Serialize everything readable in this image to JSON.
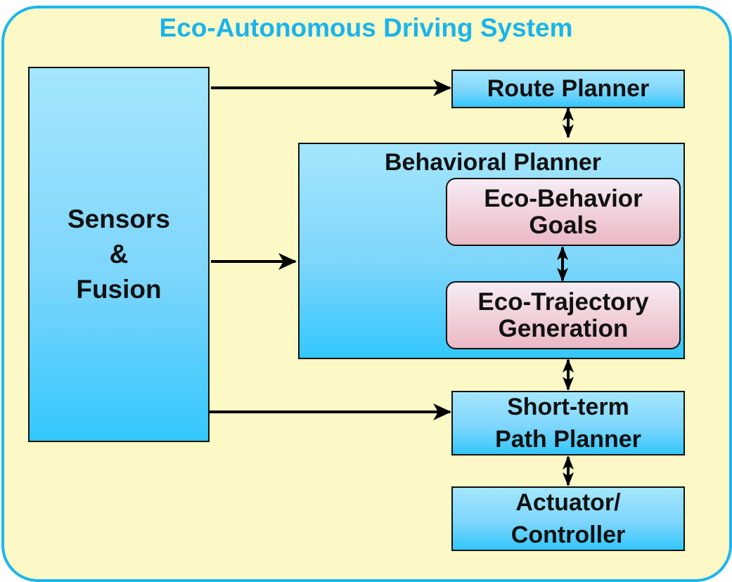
{
  "title": "Eco-Autonomous Driving System",
  "nodes": {
    "sensors": {
      "lines": [
        "Sensors",
        "&",
        "Fusion"
      ]
    },
    "route_planner": {
      "label": "Route Planner"
    },
    "behavioral_planner": {
      "label": "Behavioral Planner"
    },
    "eco_behavior": {
      "lines": [
        "Eco-Behavior",
        "Goals"
      ]
    },
    "eco_trajectory": {
      "lines": [
        "Eco-Trajectory",
        "Generation"
      ]
    },
    "short_term": {
      "lines": [
        "Short-term",
        "Path Planner"
      ]
    },
    "actuator": {
      "lines": [
        "Actuator/",
        "Controller"
      ]
    }
  },
  "edges": [
    {
      "from": "Sensors & Fusion",
      "to": "Route Planner",
      "type": "one-way"
    },
    {
      "from": "Sensors & Fusion",
      "to": "Behavioral Planner",
      "type": "one-way"
    },
    {
      "from": "Sensors & Fusion",
      "to": "Short-term Path Planner",
      "type": "one-way"
    },
    {
      "from": "Route Planner",
      "to": "Behavioral Planner",
      "type": "two-way"
    },
    {
      "from": "Eco-Behavior Goals",
      "to": "Eco-Trajectory Generation",
      "type": "two-way"
    },
    {
      "from": "Behavioral Planner",
      "to": "Short-term Path Planner",
      "type": "two-way"
    },
    {
      "from": "Short-term Path Planner",
      "to": "Actuator/Controller",
      "type": "two-way"
    }
  ],
  "colors": {
    "frame_border": "#1bb6ee",
    "frame_fill": "#fcf9c6",
    "title": "#1ab4ec",
    "box_fill": "#7ed6fb",
    "eco_fill": "#f0cdd6"
  }
}
